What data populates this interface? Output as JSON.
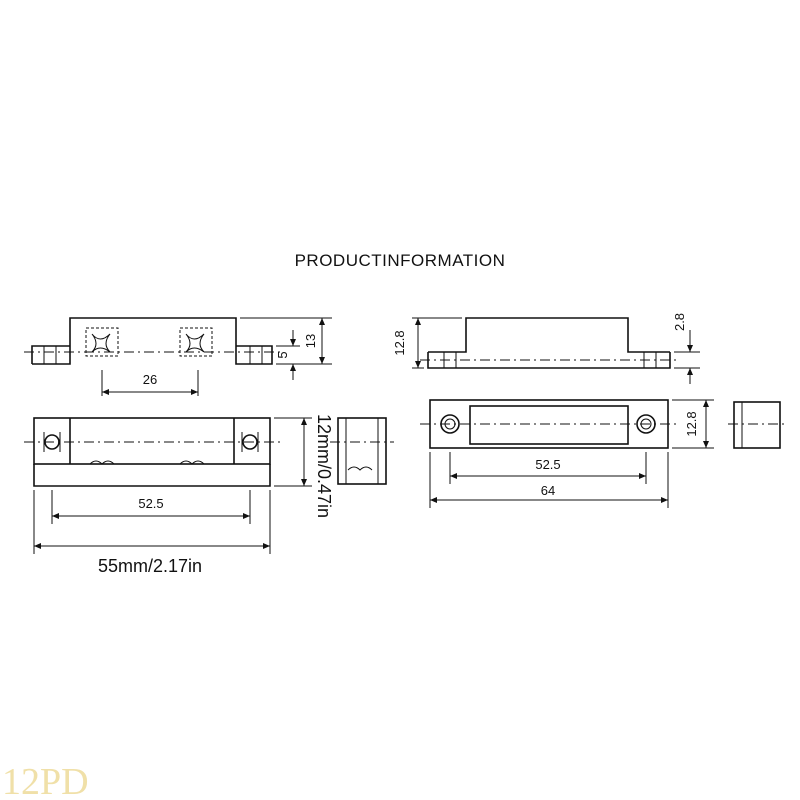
{
  "title": "PRODUCTINFORMATION",
  "left_part": {
    "top_dims": {
      "height_total": "13",
      "height_tab": "5",
      "window_spacing": "26"
    },
    "front_dims": {
      "hole_spacing": "52.5",
      "overall_length": "55mm/2.17in",
      "height": "12mm/0.47in"
    }
  },
  "right_part": {
    "top_dims": {
      "height": "12.8",
      "tab_thickness": "2.8"
    },
    "front_dims": {
      "height": "12.8",
      "hole_spacing": "52.5",
      "overall_length": "64"
    }
  },
  "watermark": "12PD"
}
